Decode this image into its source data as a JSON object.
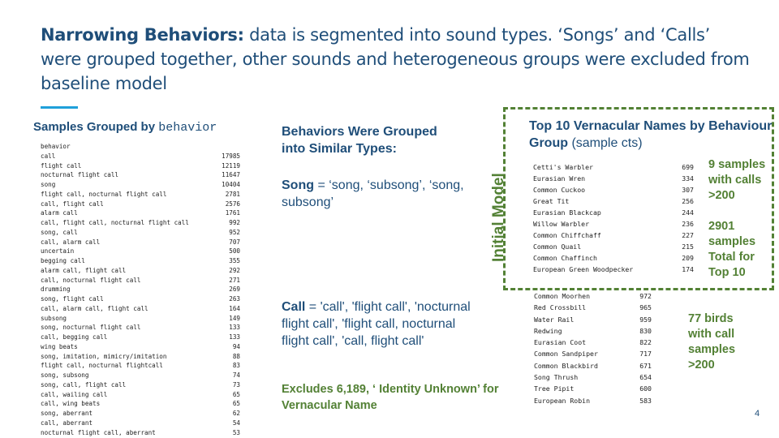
{
  "title": {
    "bold": "Narrowing Behaviors:",
    "rest": " data is segmented into sound types.  ‘Songs’ and ‘Calls’ were grouped together, other sounds and heterogeneous groups were excluded from baseline model"
  },
  "left": {
    "heading": "Samples Grouped by ",
    "heading_code": "behavior",
    "column_header": "behavior",
    "rows": [
      {
        "label": "call",
        "count": "17985"
      },
      {
        "label": "flight call",
        "count": "12119"
      },
      {
        "label": "nocturnal flight call",
        "count": "11647"
      },
      {
        "label": "song",
        "count": "10404"
      },
      {
        "label": "flight call, nocturnal flight call",
        "count": "2781"
      },
      {
        "label": "call, flight call",
        "count": "2576"
      },
      {
        "label": "alarm call",
        "count": "1761"
      },
      {
        "label": "call, flight call, nocturnal flight call",
        "count": "992"
      },
      {
        "label": "song, call",
        "count": "952"
      },
      {
        "label": "call, alarm call",
        "count": "707"
      },
      {
        "label": "uncertain",
        "count": "500"
      },
      {
        "label": "begging call",
        "count": "355"
      },
      {
        "label": "alarm call, flight call",
        "count": "292"
      },
      {
        "label": "call, nocturnal flight call",
        "count": "271"
      },
      {
        "label": "drumming",
        "count": "269"
      },
      {
        "label": "song, flight call",
        "count": "263"
      },
      {
        "label": "call, alarm call, flight call",
        "count": "164"
      },
      {
        "label": "subsong",
        "count": "149"
      },
      {
        "label": "song, nocturnal flight call",
        "count": "133"
      },
      {
        "label": "call, begging call",
        "count": "133"
      },
      {
        "label": "wing beats",
        "count": "94"
      },
      {
        "label": "song, imitation, mimicry/imitation",
        "count": "88"
      },
      {
        "label": "flight call, nocturnal flightcall",
        "count": "83"
      },
      {
        "label": "song, subsong",
        "count": "74"
      },
      {
        "label": "song, call, flight call",
        "count": "73"
      },
      {
        "label": "call, wailing call",
        "count": "65"
      },
      {
        "label": "call, wing beats",
        "count": "65"
      },
      {
        "label": "song, aberrant",
        "count": "62"
      },
      {
        "label": "call, aberrant",
        "count": "54"
      },
      {
        "label": "nocturnal flight call, aberrant",
        "count": "53"
      }
    ]
  },
  "middle": {
    "heading": "Behaviors Were Grouped into Similar Types:",
    "song_label": "Song",
    "song_def": " = ‘song, ‘subsong’, ‘song, subsong’",
    "call_label": "Call",
    "call_def": " = 'call', 'flight call', 'nocturnal flight call', 'flight call, nocturnal flight call', 'call, flight call'",
    "excludes": "Excludes 6,189, ‘ Identity Unknown’ for Vernacular Name"
  },
  "right": {
    "heading_bold": "Top 10 Vernacular Names by Behaviour Group",
    "heading_rest": " (sample cts)",
    "box_label": "Initial Model",
    "top10": [
      {
        "name": "Cetti's Warbler",
        "count": "699"
      },
      {
        "name": "Eurasian Wren",
        "count": "334"
      },
      {
        "name": "Common Cuckoo",
        "count": "307"
      },
      {
        "name": "Great Tit",
        "count": "256"
      },
      {
        "name": "Eurasian Blackcap",
        "count": "244"
      },
      {
        "name": "Willow Warbler",
        "count": "236"
      },
      {
        "name": "Common Chiffchaff",
        "count": "227"
      },
      {
        "name": "Common Quail",
        "count": "215"
      },
      {
        "name": "Common Chaffinch",
        "count": "209"
      },
      {
        "name": "European Green Woodpecker",
        "count": "174"
      }
    ],
    "note1": "9 samples with calls >200",
    "note2": "2901 samples Total for Top 10",
    "calls": [
      {
        "name": "Common Moorhen",
        "count": "972"
      },
      {
        "name": "Red Crossbill",
        "count": "965"
      },
      {
        "name": "Water Rail",
        "count": "959"
      },
      {
        "name": "Redwing",
        "count": "830"
      },
      {
        "name": "Eurasian Coot",
        "count": "822"
      },
      {
        "name": "Common Sandpiper",
        "count": "717"
      },
      {
        "name": "Common Blackbird",
        "count": "671"
      },
      {
        "name": "Song Thrush",
        "count": "654"
      },
      {
        "name": "Tree Pipit",
        "count": "600"
      },
      {
        "name": "European Robin",
        "count": "583"
      }
    ],
    "note3": "77 birds with call samples >200"
  },
  "page_number": "4",
  "colors": {
    "title": "#1F4E79",
    "accent": "#1FA0DA",
    "green": "#538135"
  }
}
